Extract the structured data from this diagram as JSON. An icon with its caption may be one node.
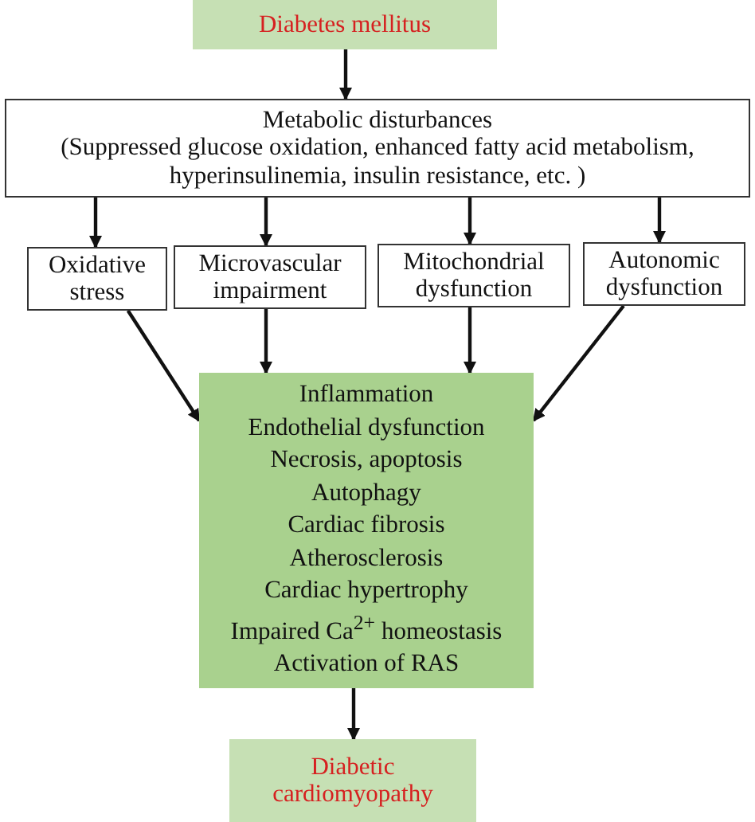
{
  "diagram": {
    "nodes": [
      {
        "text": [
          "Diabetes mellitus"
        ]
      },
      {
        "text": [
          "Metabolic disturbances",
          "(Suppressed glucose oxidation, enhanced fatty acid metabolism, hyperinsulinemia, insulin resistance, etc. )"
        ]
      },
      {
        "text": [
          "Oxidative stress"
        ]
      },
      {
        "text": [
          "Microvascular impairment"
        ]
      },
      {
        "text": [
          "Mitochondrial dysfunction"
        ]
      },
      {
        "text": [
          "Autonomic dysfunction"
        ]
      },
      {
        "text": [
          "Inflammation",
          "Endothelial dysfunction",
          "Necrosis, apoptosis",
          "Autophagy",
          "Cardiac fibrosis",
          "Atherosclerosis",
          "Cardiac hypertrophy",
          "Impaired Ca$^{2+}$ homeostasis",
          "Activation of RAS"
        ]
      },
      {
        "text": [
          "Diabetic cardiomyopathy"
        ]
      }
    ],
    "edges": [
      {
        "from": 0,
        "to": 1,
        "arrow": "to"
      },
      {
        "from": 1,
        "to": 2,
        "arrow": "to"
      },
      {
        "from": 1,
        "to": 3,
        "arrow": "to"
      },
      {
        "from": 1,
        "to": 4,
        "arrow": "to"
      },
      {
        "from": 1,
        "to": 5,
        "arrow": "to"
      },
      {
        "from": 2,
        "to": 6,
        "arrow": "to"
      },
      {
        "from": 3,
        "to": 6,
        "arrow": "to"
      },
      {
        "from": 4,
        "to": 6,
        "arrow": "to"
      },
      {
        "from": 5,
        "to": 6,
        "arrow": "to"
      },
      {
        "from": 6,
        "to": 7,
        "arrow": "to"
      }
    ]
  }
}
